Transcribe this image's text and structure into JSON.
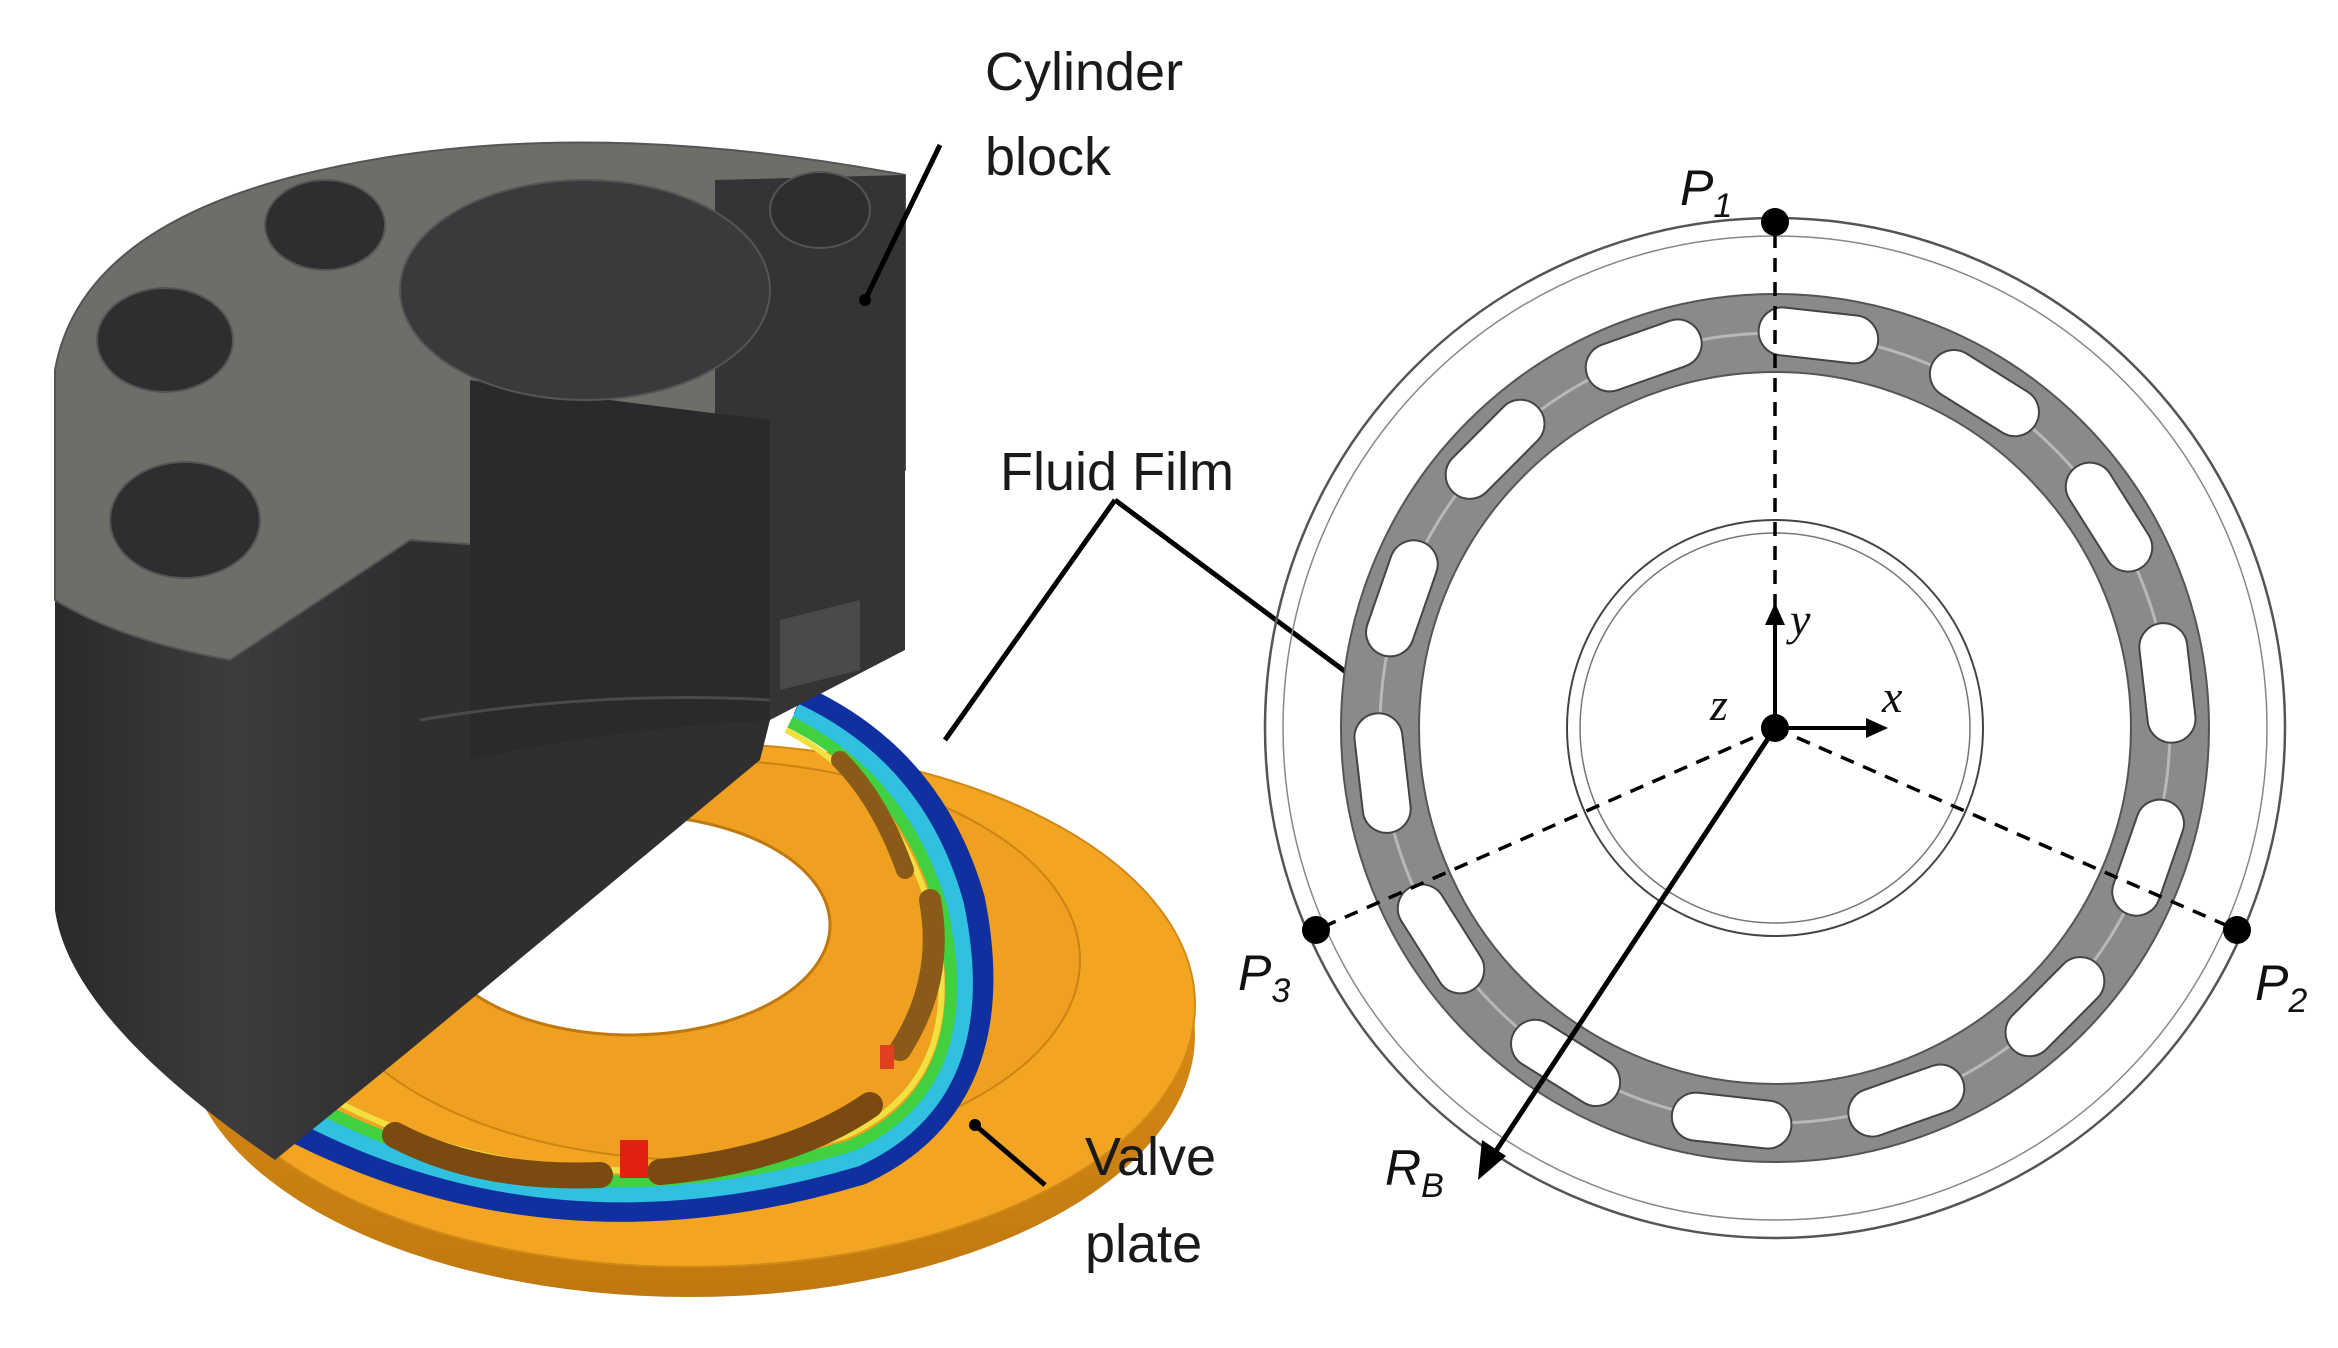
{
  "labels": {
    "cylinder_block_line1": "Cylinder",
    "cylinder_block_line2": "block",
    "fluid_film": "Fluid Film",
    "valve_plate_line1": "Valve",
    "valve_plate_line2": "plate"
  },
  "points": {
    "p1": {
      "letter": "P",
      "sub": "1"
    },
    "p2": {
      "letter": "P",
      "sub": "2"
    },
    "p3": {
      "letter": "P",
      "sub": "3"
    },
    "rb": {
      "letter": "R",
      "sub": "B"
    }
  },
  "axes": {
    "x": "x",
    "y": "y",
    "z": "z"
  },
  "colors": {
    "cylinder_block": "#3a3a3c",
    "cylinder_top": "#6e6e68",
    "valve_plate": "#f0a020",
    "film_outer": "#1030a0",
    "film_mid": "#30c0e0",
    "film_green": "#40d040",
    "film_yellow": "#f0e040",
    "film_hot": "#e02010",
    "schematic_gray": "#8a8a8a"
  }
}
